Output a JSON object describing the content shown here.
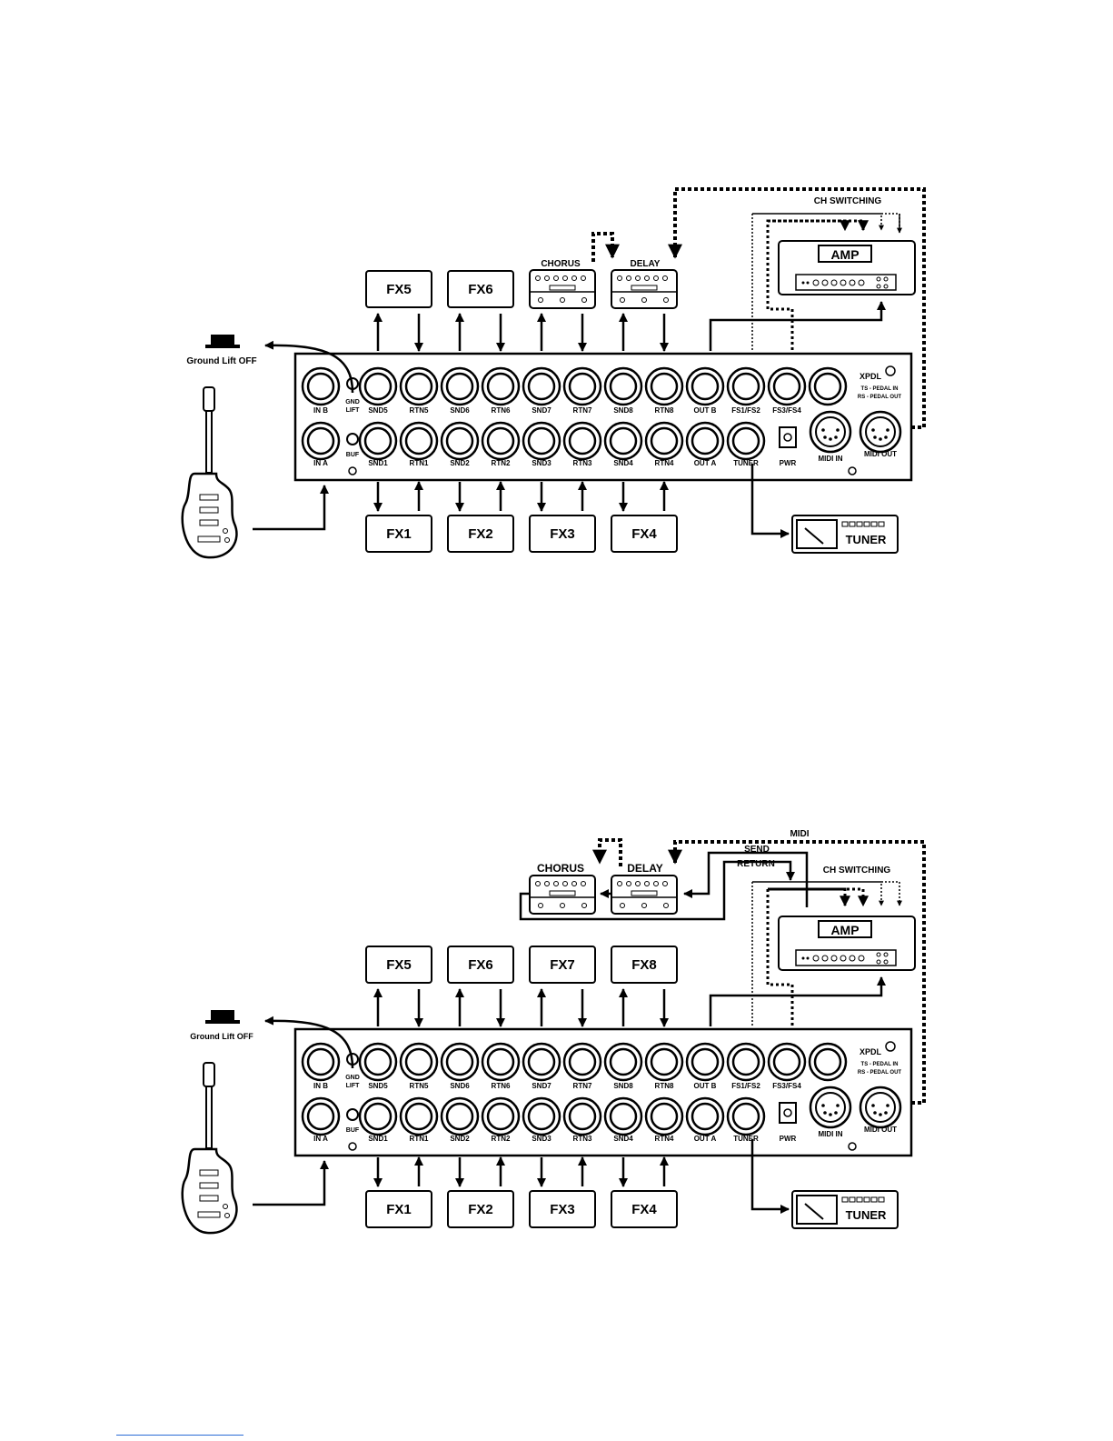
{
  "diagrams": [
    {
      "fx_top": [
        "FX5",
        "FX6"
      ],
      "fx_bottom": [
        "FX1",
        "FX2",
        "FX3",
        "FX4"
      ],
      "pedals": [
        "CHORUS",
        "DELAY"
      ],
      "amp_label": "AMP",
      "ch_switching": "CH SWITCHING",
      "ground_lift": "Ground Lift OFF",
      "tuner_label": "TUNER",
      "top_jacks": [
        "IN B",
        "SND5",
        "RTN5",
        "SND6",
        "RTN6",
        "SND7",
        "RTN7",
        "SND8",
        "RTN8",
        "OUT B",
        "FS1/FS2",
        "FS3/FS4"
      ],
      "bottom_jacks": [
        "IN A",
        "SND1",
        "RTN1",
        "SND2",
        "RTN2",
        "SND3",
        "RTN3",
        "SND4",
        "RTN4",
        "OUT A",
        "TUNER"
      ],
      "panel_labels": {
        "gnd": "GND",
        "lift": "LIFT",
        "buf": "BUF",
        "pwr": "PWR",
        "midi_in": "MIDI IN",
        "midi_out": "MIDI OUT",
        "xpdl": "XPDL",
        "ts": "TS - PEDAL  IN",
        "rs": "RS - PEDAL OUT"
      }
    },
    {
      "fx_top": [
        "FX5",
        "FX6",
        "FX7",
        "FX8"
      ],
      "fx_bottom": [
        "FX1",
        "FX2",
        "FX3",
        "FX4"
      ],
      "pedals": [
        "CHORUS",
        "DELAY"
      ],
      "amp_label": "AMP",
      "ch_switching": "CH SWITCHING",
      "midi_label": "MIDI",
      "send_label": "SEND",
      "return_label": "RETURN",
      "ground_lift": "Ground Lift OFF",
      "tuner_label": "TUNER",
      "top_jacks": [
        "IN B",
        "SND5",
        "RTN5",
        "SND6",
        "RTN6",
        "SND7",
        "RTN7",
        "SND8",
        "RTN8",
        "OUT B",
        "FS1/FS2",
        "FS3/FS4"
      ],
      "bottom_jacks": [
        "IN A",
        "SND1",
        "RTN1",
        "SND2",
        "RTN2",
        "SND3",
        "RTN3",
        "SND4",
        "RTN4",
        "OUT A",
        "TUNER"
      ],
      "panel_labels": {
        "gnd": "GND",
        "lift": "LIFT",
        "buf": "BUF",
        "pwr": "PWR",
        "midi_in": "MIDI IN",
        "midi_out": "MIDI OUT",
        "xpdl": "XPDL",
        "ts": "TS - PEDAL  IN",
        "rs": "RS - PEDAL OUT"
      }
    }
  ]
}
